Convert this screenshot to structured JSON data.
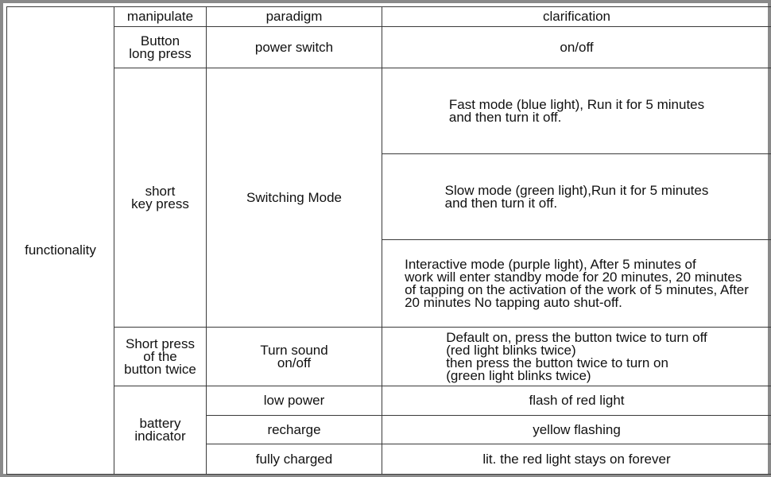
{
  "headers": {
    "manipulate": "manipulate",
    "paradigm": "paradigm",
    "clarification": "clarification"
  },
  "row_group": {
    "functionality": "functionality"
  },
  "rows": {
    "power": {
      "manipulate": "Button\nlong press",
      "paradigm": "power switch",
      "clarification": "on/off"
    },
    "switching": {
      "manipulate": "short\nkey press",
      "paradigm": "Switching Mode",
      "fast": "Fast mode (blue light),  Run it for 5 minutes\nand then turn it off.",
      "slow": "Slow mode (green light),Run it for 5 minutes\nand then turn it off.",
      "interactive": "Interactive mode (purple light),  After 5 minutes of\nwork will enter standby mode for 20 minutes, 20 minutes\nof tapping on the activation of the work of 5 minutes,  After\n20 minutes No tapping auto shut-off."
    },
    "sound": {
      "manipulate": "Short press\nof the\nbutton twice",
      "paradigm": "Turn sound\non/off",
      "clarification": "Default on, press the button twice to turn off\n(red light blinks twice)\n then press the button twice to turn on\n(green light blinks twice)"
    },
    "battery": {
      "manipulate": "battery\nindicator",
      "low_power": "low power",
      "low_power_desc": "flash of red light",
      "recharge": "recharge",
      "recharge_desc": "yellow flashing",
      "fully_charged": "fully charged",
      "fully_charged_desc": "lit. the red light stays on forever"
    }
  }
}
